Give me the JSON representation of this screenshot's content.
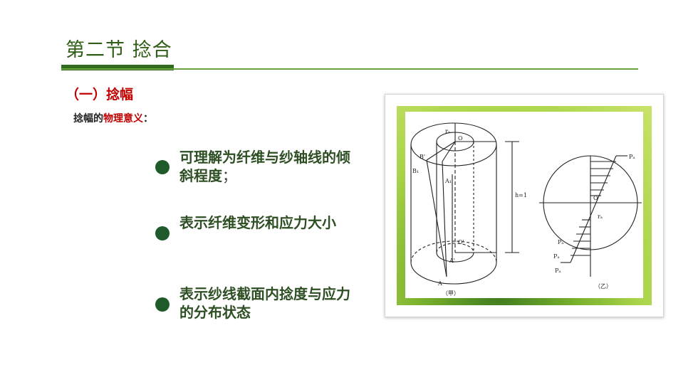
{
  "slide": {
    "title": "第二节  捻合",
    "section_heading": "（一）捻幅",
    "subtitle_prefix": "捻幅的",
    "subtitle_highlight": "物理意义",
    "subtitle_suffix": "："
  },
  "bullets": [
    {
      "text": "可理解为纤维与纱轴线的倾斜程度",
      "suffix": "；"
    },
    {
      "text": "表示纤维变形和应力大小",
      "suffix": ""
    },
    {
      "text": "表示纱线截面内捻度与应力的分布状态",
      "suffix": ""
    }
  ],
  "figure": {
    "labels": {
      "cap_left": "（甲）",
      "cap_right": "（乙）",
      "O": "O",
      "O2": "O'",
      "A": "A",
      "A1": "A'",
      "A2": "A₁",
      "B": "B'",
      "B1": "B₁",
      "Pa": "Pₐ",
      "Pb": "Pₐ",
      "Pc": "Pₐ",
      "Pd": "Pₐ",
      "O3": "O'",
      "r": "rₐ",
      "r2": "rₐ",
      "h": "h=1"
    }
  },
  "colors": {
    "title": "#2f5e17",
    "accent_red": "#c00000",
    "bullet": "#1e5a2a",
    "rule": "#6aa23c"
  }
}
